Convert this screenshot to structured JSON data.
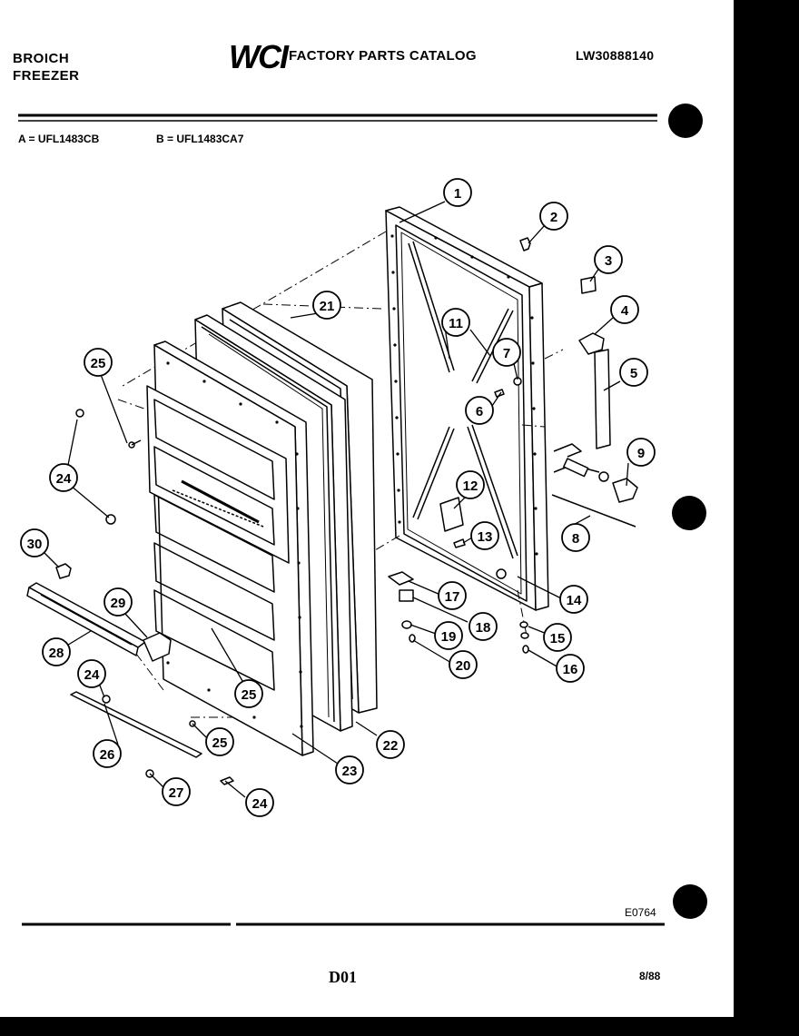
{
  "header": {
    "brand_line1": "BROICH",
    "brand_line2": "FREEZER",
    "logo": "WCI",
    "catalog_title": "FACTORY PARTS CATALOG",
    "model_number": "LW30888140",
    "variant_a": "A = UFL1483CB",
    "variant_b": "B = UFL1483CA7"
  },
  "callouts": [
    "1",
    "2",
    "3",
    "4",
    "5",
    "6",
    "7",
    "8",
    "9",
    "11",
    "12",
    "13",
    "14",
    "15",
    "16",
    "17",
    "18",
    "19",
    "20",
    "21",
    "22",
    "23",
    "24",
    "24",
    "24",
    "25",
    "25",
    "25",
    "26",
    "27",
    "28",
    "29",
    "30"
  ],
  "footer": {
    "diagram_code": "E0764",
    "page_code": "D01",
    "date": "8/88"
  }
}
